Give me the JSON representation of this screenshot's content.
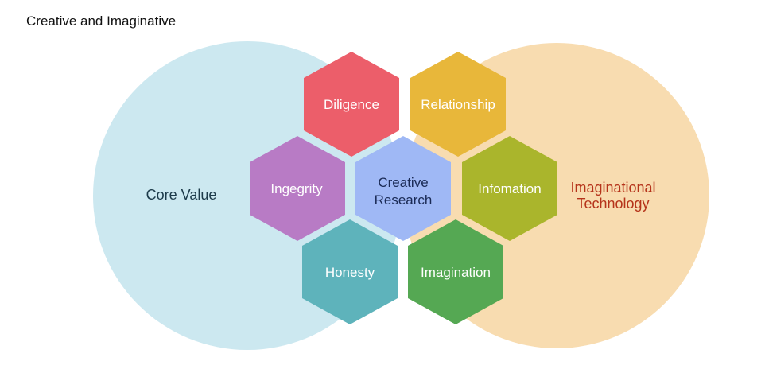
{
  "heading": "Creative and Imaginative",
  "circles": {
    "left": {
      "label": "Core Value",
      "color": "#cce8f0",
      "text_color": "#1c3a4a"
    },
    "right": {
      "label_line1": "Imaginational",
      "label_line2": "Technology",
      "color": "#f8dcb0",
      "text_color": "#b5331a"
    }
  },
  "hexagons": {
    "diligence": {
      "label": "Diligence",
      "color": "#ec5e6a"
    },
    "relationship": {
      "label": "Relationship",
      "color": "#e8b73a"
    },
    "integrity": {
      "label": "Ingegrity",
      "color": "#b87bc5"
    },
    "center": {
      "label_line1": "Creative",
      "label_line2": "Research",
      "color": "#9fb8f5"
    },
    "information": {
      "label": "Infomation",
      "color": "#aab52c"
    },
    "honesty": {
      "label": "Honesty",
      "color": "#5eb3bb"
    },
    "imagination": {
      "label": "Imagination",
      "color": "#55a853"
    }
  }
}
